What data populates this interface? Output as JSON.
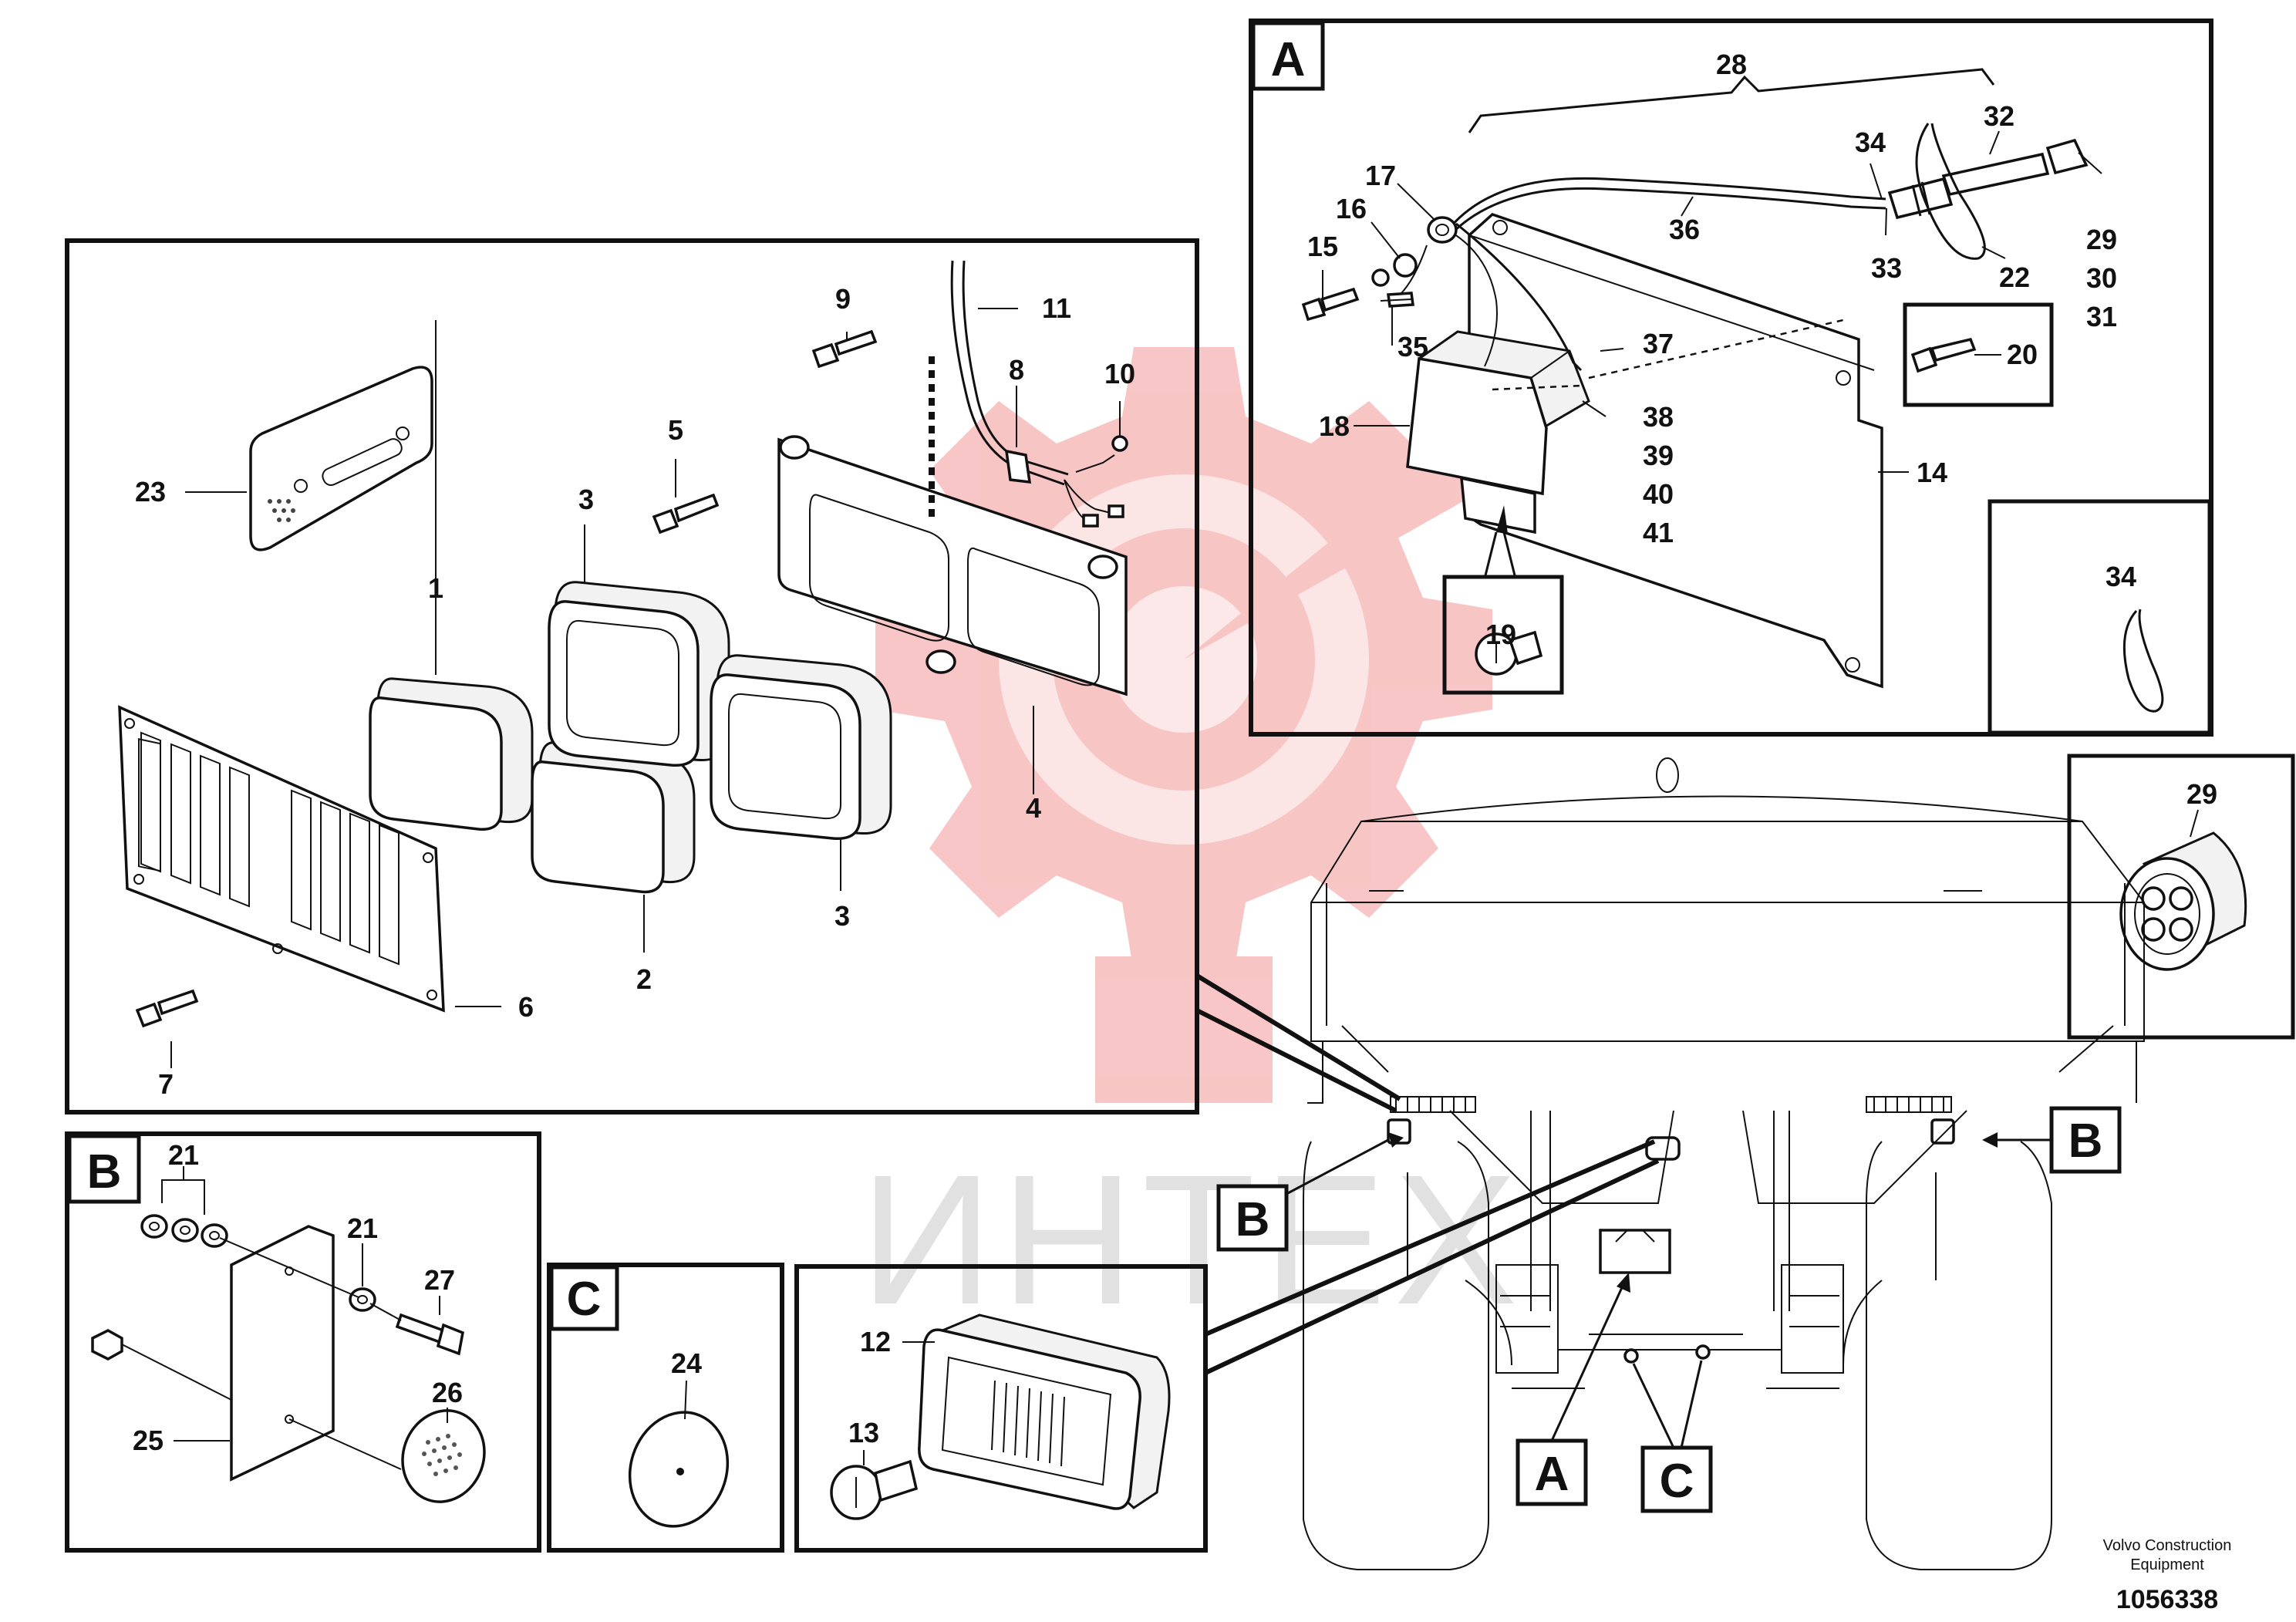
{
  "watermark": {
    "text": "ИНТЕХ",
    "color": "#f7b8b8"
  },
  "panels": {
    "a": {
      "letter": "A"
    },
    "b": {
      "letter": "B"
    },
    "c": {
      "letter": "C"
    }
  },
  "callouts": {
    "b_left": "B",
    "b_right": "B",
    "a_bottom": "A",
    "c_bottom": "C"
  },
  "labels": {
    "p1": "1",
    "p2": "2",
    "p3a": "3",
    "p3b": "3",
    "p4": "4",
    "p5": "5",
    "p6": "6",
    "p7": "7",
    "p8": "8",
    "p9": "9",
    "p10": "10",
    "p11": "11",
    "p12": "12",
    "p13": "13",
    "p14": "14",
    "p15": "15",
    "p16": "16",
    "p17": "17",
    "p18": "18",
    "p19": "19",
    "p20": "20",
    "p21a": "21",
    "p21b": "21",
    "p22": "22",
    "p23": "23",
    "p24": "24",
    "p25": "25",
    "p26": "26",
    "p27": "27",
    "p28": "28",
    "p29a": "29",
    "p29b": "29",
    "p30": "30",
    "p31": "31",
    "p32": "32",
    "p33": "33",
    "p34a": "34",
    "p34b": "34",
    "p35": "35",
    "p36": "36",
    "p37": "37",
    "p38": "38",
    "p39": "39",
    "p40": "40",
    "p41": "41"
  },
  "footer": {
    "line1": "Volvo Construction",
    "line2": "Equipment",
    "number": "1056338"
  }
}
